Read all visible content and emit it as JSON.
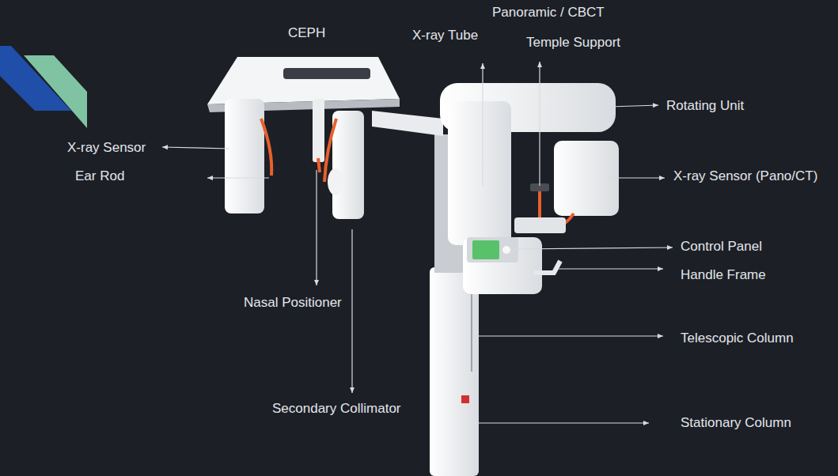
{
  "diagram": {
    "labels": [
      "Panoramic / CBCT",
      "CEPH",
      "X-ray Tube",
      "Temple Support",
      "Rotating Unit",
      "X-ray Sensor",
      "Ear Rod",
      "X-ray Sensor (Pano/CT)",
      "Control Panel",
      "Handle Frame",
      "Nasal Positioner",
      "Telescopic Column",
      "Secondary Collimator",
      "Stationary Column"
    ]
  }
}
